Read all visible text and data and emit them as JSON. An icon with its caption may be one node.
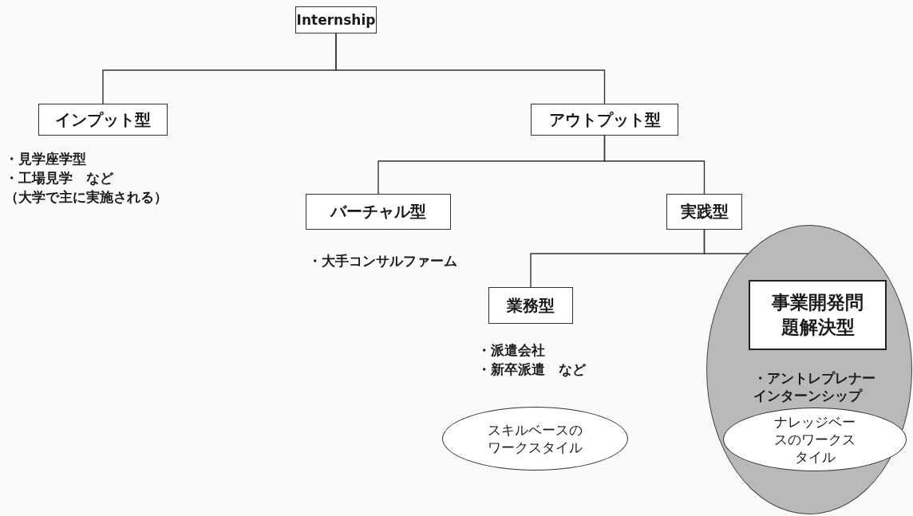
{
  "diagram": {
    "nodes": [
      {
        "text": [
          "Internship"
        ]
      },
      {
        "text": [
          "インプット型"
        ],
        "beside": [
          "・見学座学型",
          "・工場見学　など",
          "（大学で主に実施される）"
        ]
      },
      {
        "text": [
          "アウトプット型"
        ]
      },
      {
        "text": [
          "バーチャル型"
        ],
        "beside": [
          "・大手コンサルファーム"
        ]
      },
      {
        "text": [
          "実践型"
        ]
      },
      {
        "text": [
          "業務型"
        ],
        "beside": [
          "・派遣会社",
          "・新卒派遣　など"
        ]
      },
      {
        "text": [
          "スキルベースのワークスタイル"
        ]
      },
      {
        "text": [
          "・アントレプレナーインターンシップ"
        ]
      },
      {
        "text": [
          "事業開発問題解決型"
        ],
        "in": 7
      },
      {
        "text": [
          "ナレッジベースのワークスタイル"
        ],
        "in": 7
      }
    ],
    "edges": [
      {
        "from": 0,
        "to": 1,
        "arrow": "none"
      },
      {
        "from": 0,
        "to": 2,
        "arrow": "none"
      },
      {
        "from": 2,
        "to": 3,
        "arrow": "none"
      },
      {
        "from": 2,
        "to": 4,
        "arrow": "none"
      },
      {
        "from": 4,
        "to": 5,
        "arrow": "none"
      },
      {
        "from": 4,
        "to": 8,
        "arrow": "none"
      }
    ]
  }
}
